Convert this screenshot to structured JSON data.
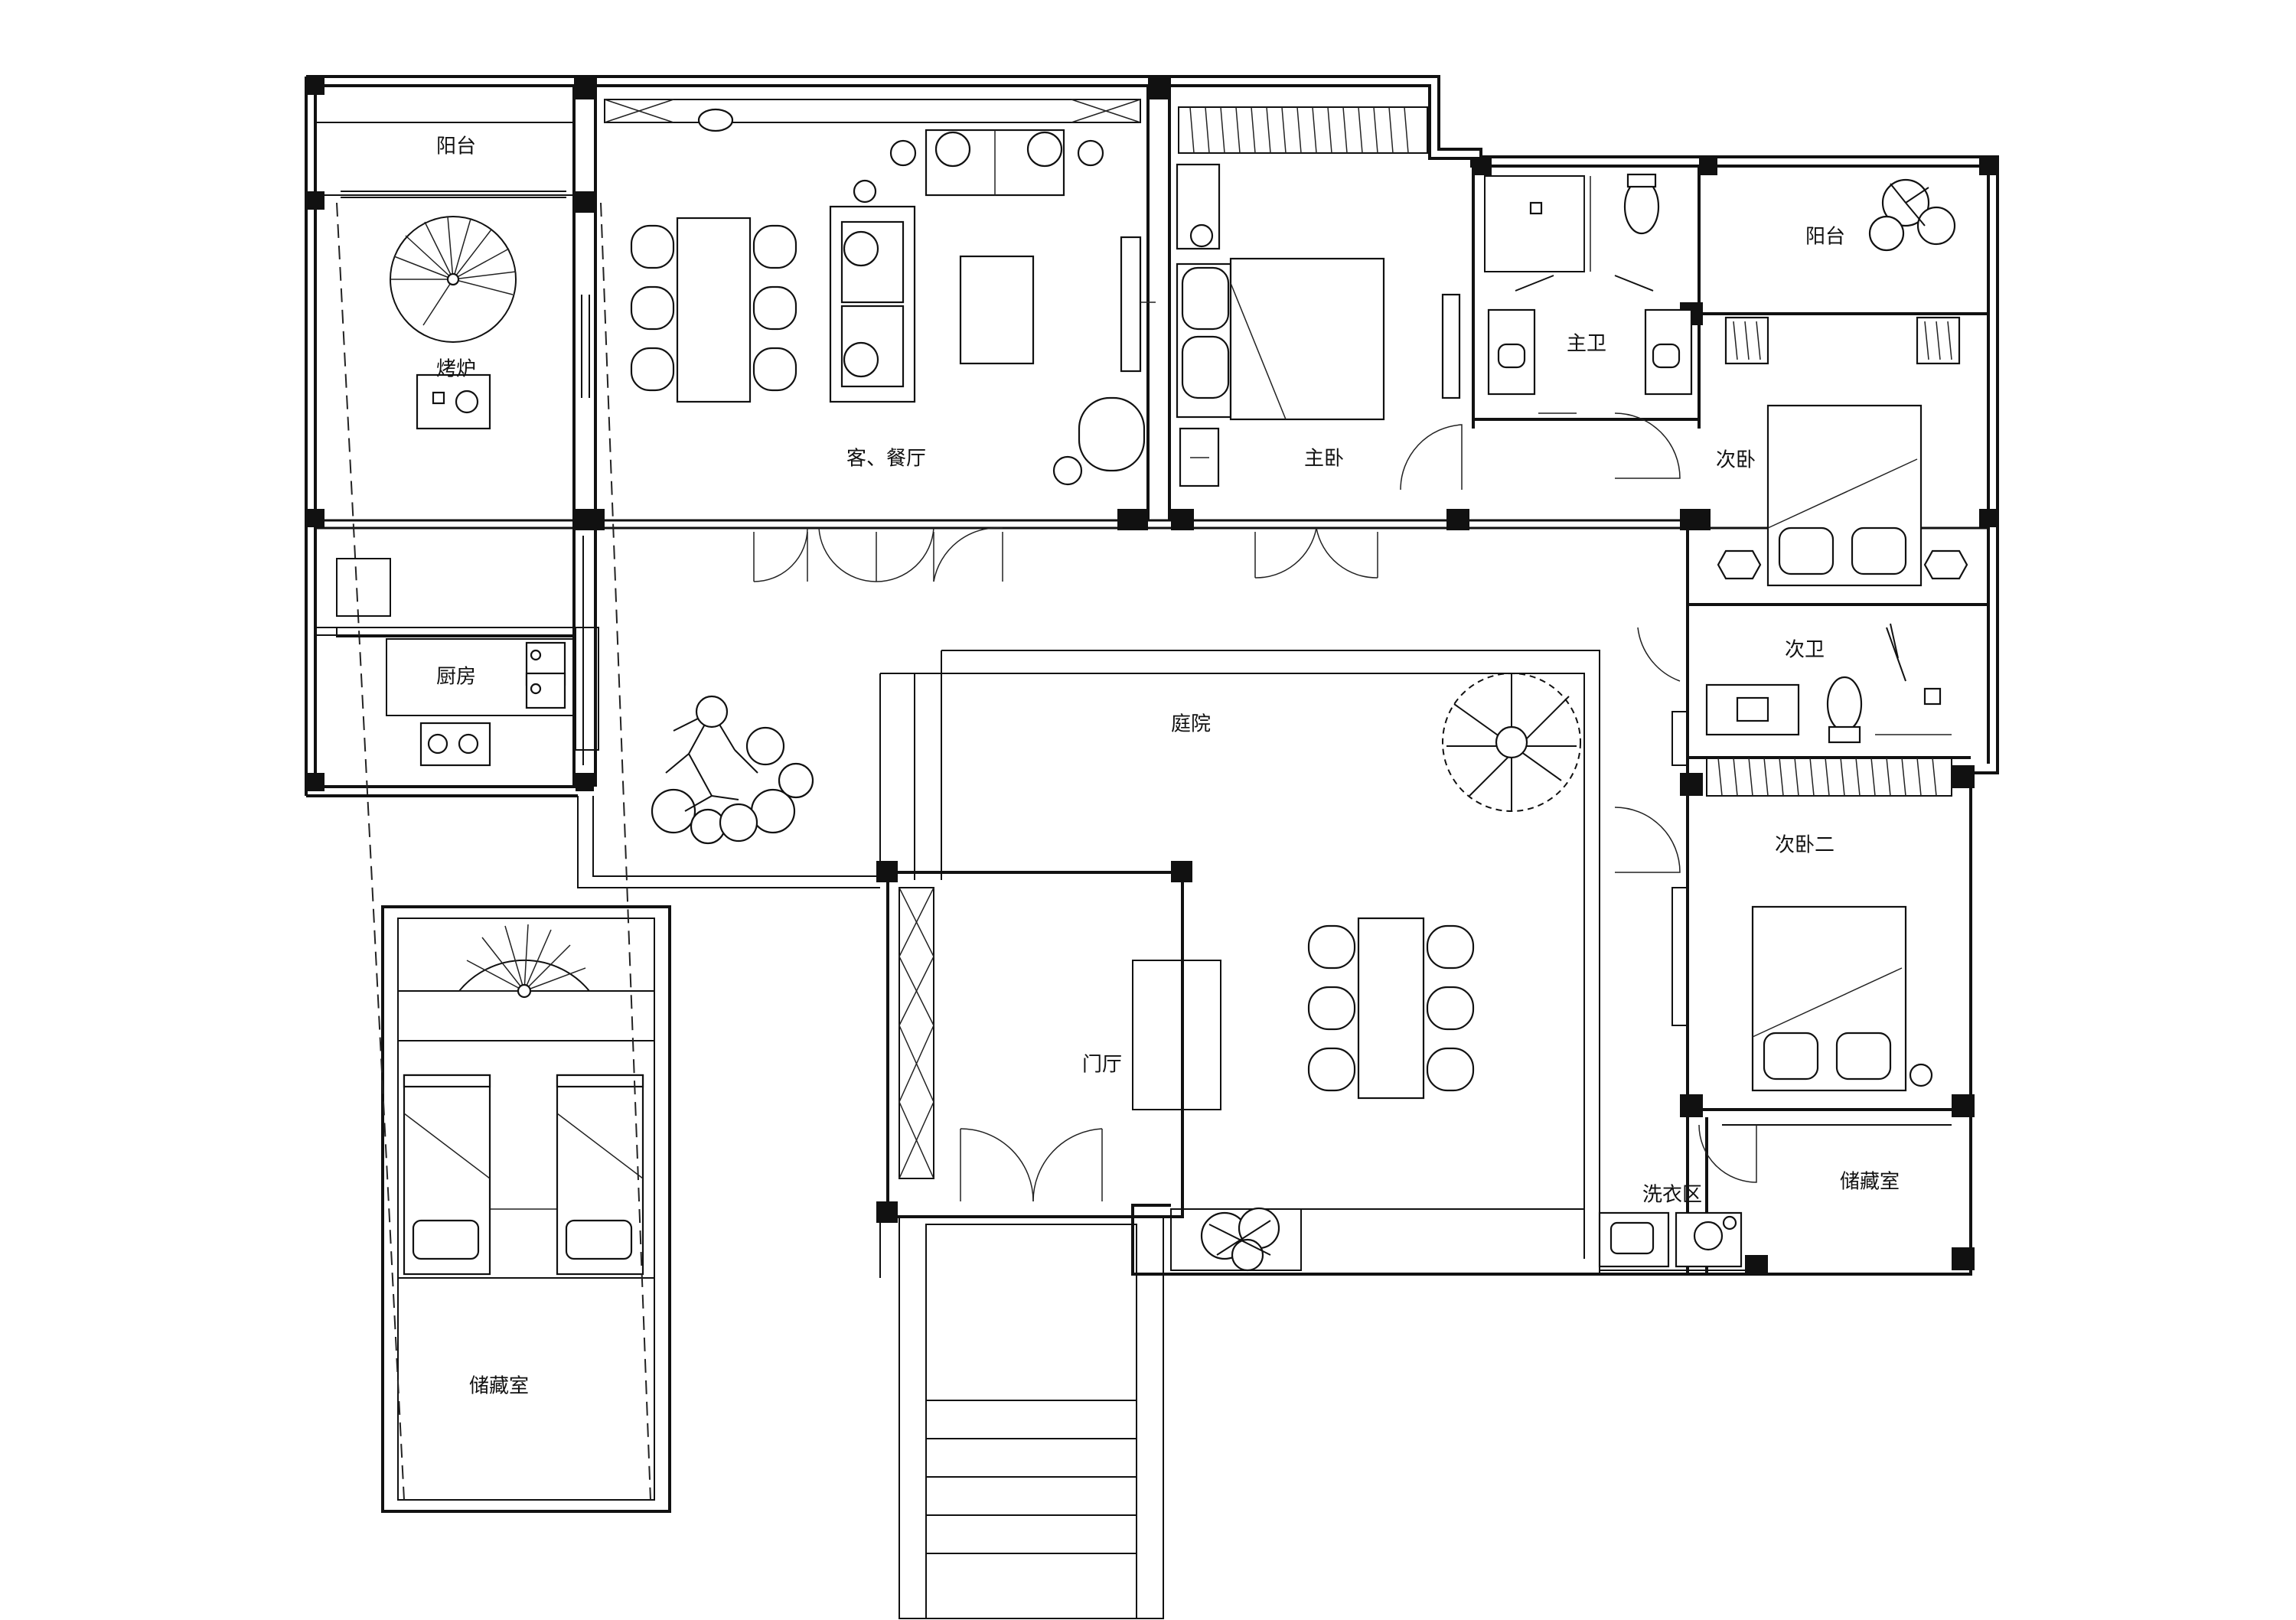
{
  "rooms": {
    "balcony_west": "阳台",
    "oven": "烤炉",
    "kitchen": "厨房",
    "living_dining": "客、餐厅",
    "master_bedroom": "主卧",
    "master_bath": "主卫",
    "balcony_east": "阳台",
    "second_bedroom": "次卧",
    "second_bath": "次卫",
    "second_bedroom_two": "次卧二",
    "courtyard": "庭院",
    "foyer": "门厅",
    "laundry": "洗衣区",
    "storage_east": "储藏室",
    "storage_lower": "储藏室"
  },
  "colors": {
    "line": "#111111",
    "background": "#ffffff"
  }
}
